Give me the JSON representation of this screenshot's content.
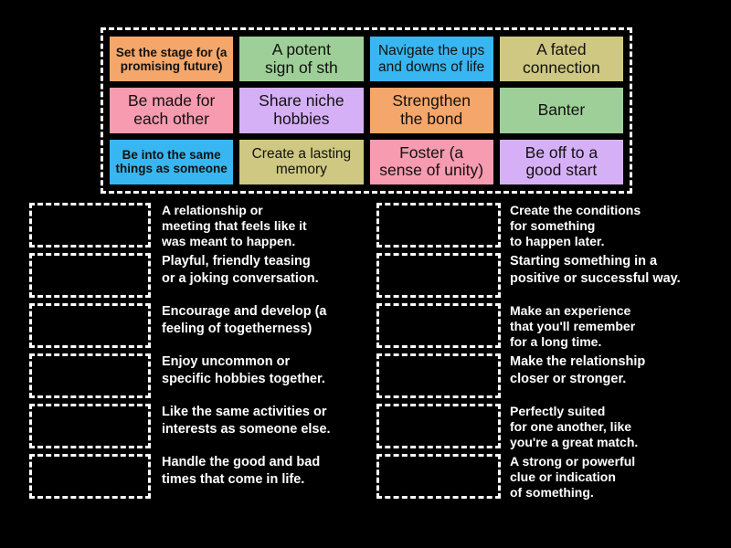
{
  "app": {
    "type": "match-up-quiz",
    "background_color": "#000000"
  },
  "tile_tray": {
    "name": "draggable-word-tiles",
    "rows": [
      [
        {
          "label": "Set the stage for (a\npromising future)",
          "color": "#F5A76B",
          "size": "sm"
        },
        {
          "label": "A potent\nsign of sth",
          "color": "#9ECF98",
          "size": "lg"
        },
        {
          "label": "Navigate the ups\nand downs of life",
          "color": "#38B6F1",
          "size": "md"
        },
        {
          "label": "A fated\nconnection",
          "color": "#CFC882",
          "size": "lg"
        }
      ],
      [
        {
          "label": "Be made for\neach other",
          "color": "#F79BB0",
          "size": "lg"
        },
        {
          "label": "Share niche\nhobbies",
          "color": "#D6B0F7",
          "size": "lg"
        },
        {
          "label": "Strengthen\nthe bond",
          "color": "#F5A76B",
          "size": "lg"
        },
        {
          "label": "Banter",
          "color": "#9ECF98",
          "size": "lg"
        }
      ],
      [
        {
          "label": "Be into the same\nthings as someone",
          "color": "#38B6F1",
          "size": "sm"
        },
        {
          "label": "Create a lasting\nmemory",
          "color": "#CFC882",
          "size": "md"
        },
        {
          "label": "Foster (a\nsense of unity)",
          "color": "#F79BB0",
          "size": "lg"
        },
        {
          "label": "Be off to a\ngood start",
          "color": "#D6B0F7",
          "size": "lg"
        }
      ]
    ]
  },
  "answers": {
    "left_column": [
      {
        "text": "A relationship or\nmeeting that feels like it\nwas meant to happen.",
        "drop_label": ""
      },
      {
        "text": "Playful, friendly teasing\nor a joking conversation.",
        "drop_label": ""
      },
      {
        "text": "Encourage and develop (a\nfeeling of togetherness)",
        "drop_label": ""
      },
      {
        "text": "Enjoy uncommon or\nspecific hobbies together.",
        "drop_label": ""
      },
      {
        "text": "Like the same activities or\ninterests as someone else.",
        "drop_label": ""
      },
      {
        "text": "Handle the good and bad\ntimes that come in life.",
        "drop_label": ""
      }
    ],
    "right_column": [
      {
        "text": "Create the conditions\nfor something\nto happen later.",
        "drop_label": ""
      },
      {
        "text": "Starting something in a\npositive or successful way.",
        "drop_label": ""
      },
      {
        "text": "Make an experience\nthat you'll remember\nfor a long time.",
        "drop_label": ""
      },
      {
        "text": "Make the relationship\ncloser or stronger.",
        "drop_label": ""
      },
      {
        "text": "Perfectly suited\nfor one another, like\nyou're a great match.",
        "drop_label": ""
      },
      {
        "text": "A strong or powerful\nclue or indication\nof something.",
        "drop_label": ""
      }
    ]
  }
}
